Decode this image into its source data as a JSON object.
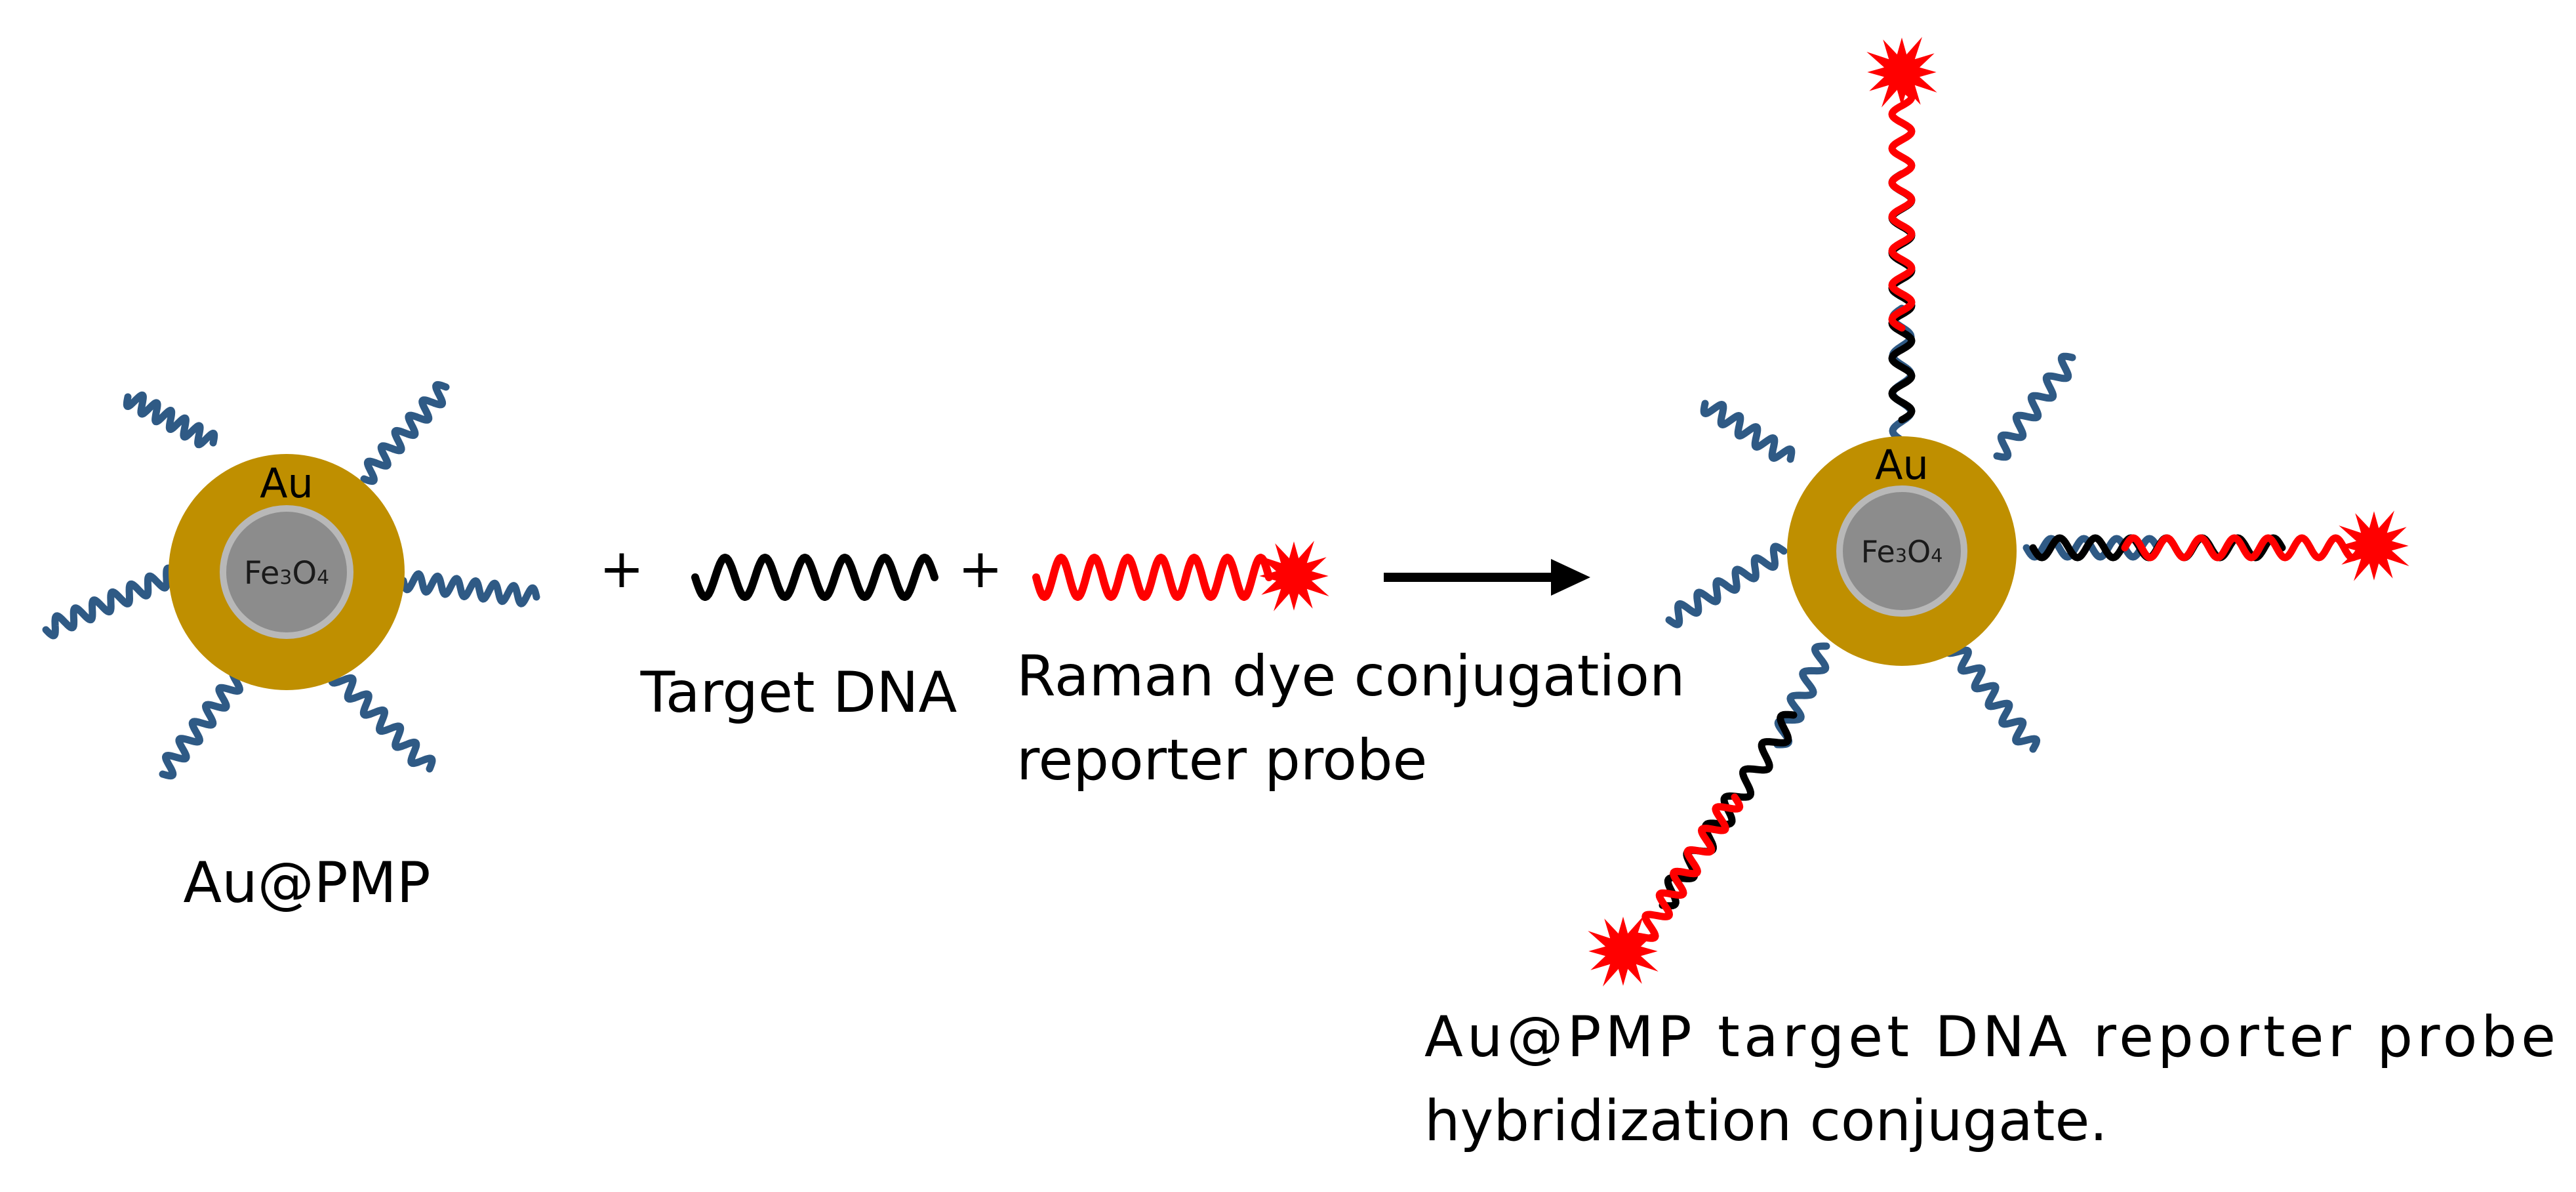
{
  "colors": {
    "anchor_strand": "#2f5a85",
    "target_strand": "#000000",
    "reporter_strand": "#ff0000",
    "gold_shell": "#bf8f00",
    "iron_core": "#8c8c8c",
    "dye": "#ff0000"
  },
  "icons": {
    "dye": "red-starburst-icon",
    "particle": "core-shell-nanoparticle-icon",
    "reaction_arrow": "right-arrow-icon"
  },
  "left_particle": {
    "shell_label": "Au",
    "core_label": "Fe3O4",
    "name": "Au@PMP"
  },
  "reagents": {
    "plus": "+",
    "target_label": "Target DNA",
    "probe_label_line1": "Raman dye conjugation",
    "probe_label_line2": "reporter probe"
  },
  "product": {
    "shell_label": "Au",
    "core_label": "Fe3O4",
    "caption_line1": "Au@PMP target DNA reporter probe",
    "caption_line2": "hybridization conjugate."
  }
}
